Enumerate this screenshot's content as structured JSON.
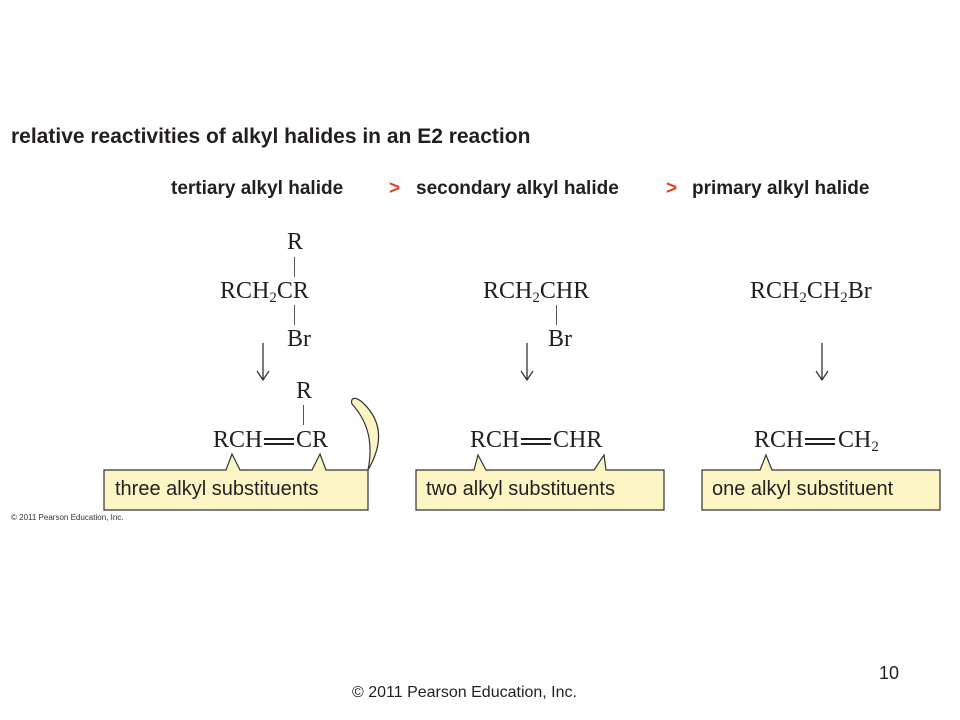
{
  "title": "relative reactivities of alkyl halides in an E2 reaction",
  "order": {
    "tertiary": "tertiary alkyl halide",
    "gt1": ">",
    "secondary": "secondary alkyl halide",
    "gt2": ">",
    "primary": "primary alkyl halide"
  },
  "reactants": {
    "tertiary": {
      "top": "R",
      "main": "RCH",
      "sub": "2",
      "tail": "CR",
      "bottom": "Br"
    },
    "secondary": {
      "main": "RCH",
      "sub": "2",
      "tail": "CHR",
      "bottom": "Br"
    },
    "primary": {
      "main": "RCH",
      "sub1": "2",
      "mid": "CH",
      "sub2": "2",
      "tail": "Br"
    }
  },
  "products": {
    "tertiary": {
      "top": "R",
      "left": "RCH",
      "right": "CR"
    },
    "secondary": {
      "left": "RCH",
      "right": "CHR"
    },
    "primary": {
      "left": "RCH",
      "right": "CH",
      "sub": "2"
    }
  },
  "callouts": {
    "three": "three alkyl substituents",
    "two": "two alkyl substituents",
    "one": "one alkyl substituent"
  },
  "colors": {
    "callout_fill": "#fbf5c4",
    "callout_stroke": "#333333",
    "accent": "#e0452a"
  },
  "copyright_small": "© 2011 Pearson Education, Inc.",
  "footer": "© 2011 Pearson Education, Inc.",
  "page_number": "10"
}
